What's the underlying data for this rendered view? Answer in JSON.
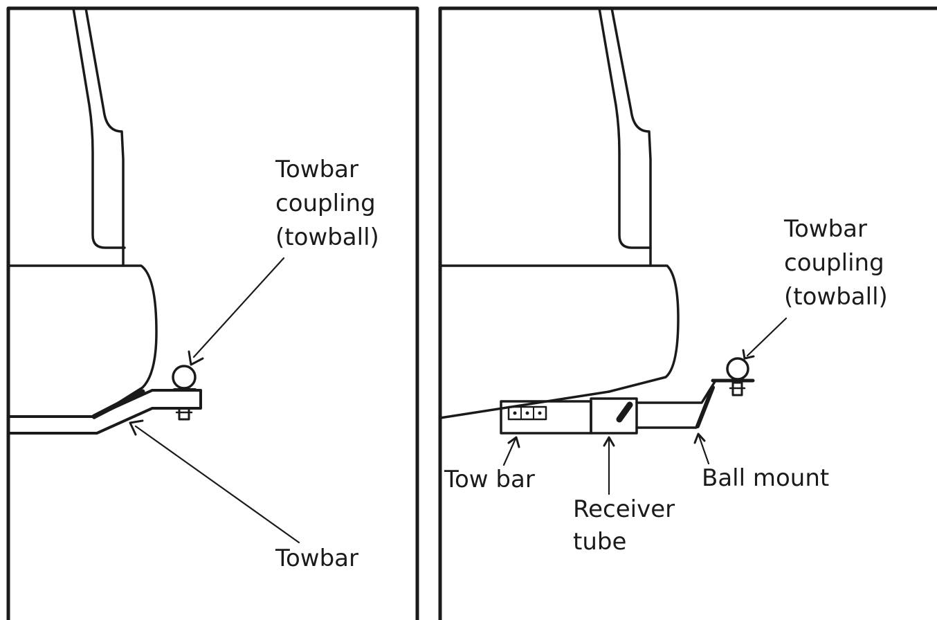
{
  "panels": [
    {
      "id": "single-towbar",
      "labels": {
        "coupling": [
          "Towbar",
          "coupling",
          "(towball)"
        ],
        "towbar": "Towbar"
      }
    },
    {
      "id": "receiver-hitch",
      "labels": {
        "coupling": [
          "Towbar",
          "coupling",
          "(towball)"
        ],
        "tow_bar": "Tow bar",
        "receiver_tube": [
          "Receiver",
          "tube"
        ],
        "ball_mount": "Ball mount"
      }
    }
  ],
  "colors": {
    "line": "#1a1a1a",
    "background": "#ffffff"
  }
}
